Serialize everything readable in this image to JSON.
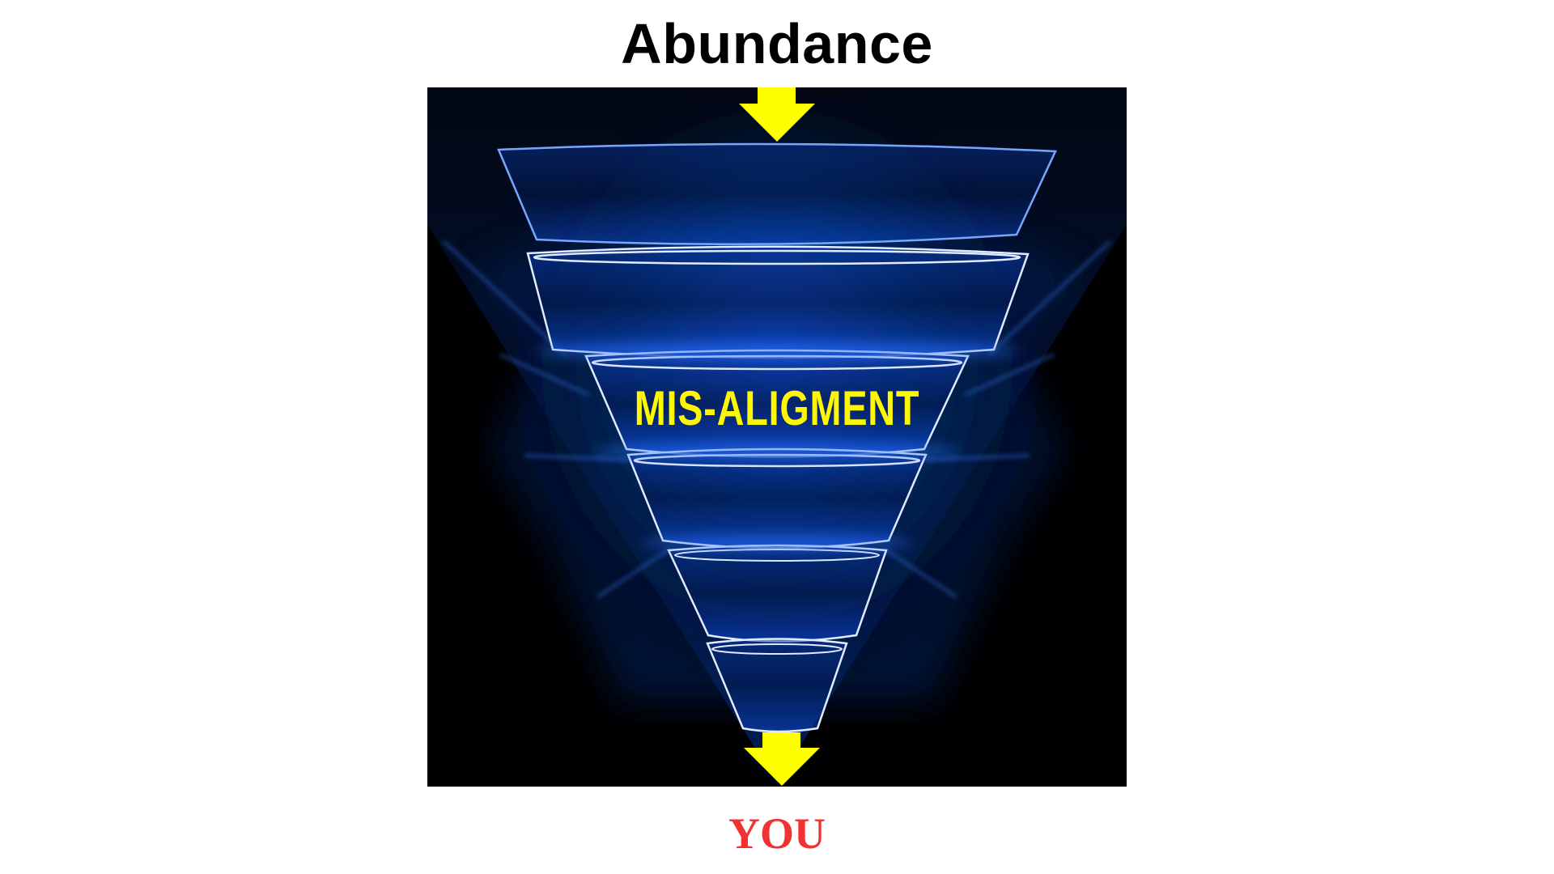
{
  "diagram": {
    "type": "funnel",
    "top_label": "Abundance",
    "center_label": "MIS-ALIGMENT",
    "bottom_label": "YOU",
    "tiers": 6,
    "arrows": [
      "top-down-into-funnel",
      "bottom-down-out-of-funnel"
    ]
  },
  "colors": {
    "top_label": "#000000",
    "center_label": "#fff700",
    "bottom_label": "#f03232",
    "arrow": "#ffff00",
    "panel_background": "#000000",
    "glow": "#0a4cd6",
    "rim": "#dfe9ff"
  }
}
